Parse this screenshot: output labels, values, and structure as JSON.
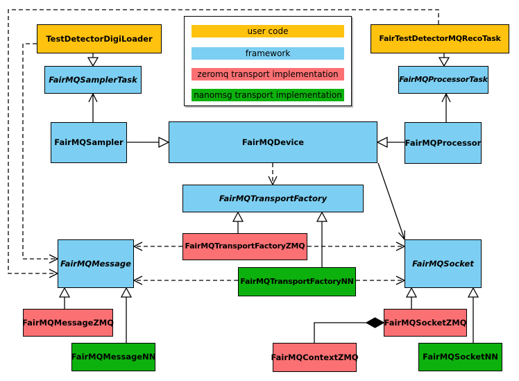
{
  "legend": {
    "items": [
      {
        "label": "user code",
        "color": "#FFC20E"
      },
      {
        "label": "framework",
        "color": "#7CCFF2"
      },
      {
        "label": "zeromq transport implementation",
        "color": "#FB7073"
      },
      {
        "label": "nanomsg transport implementation",
        "color": "#0DB10D"
      }
    ]
  },
  "nodes": [
    {
      "id": "TestDetectorDigiLoader",
      "label": "TestDetectorDigiLoader",
      "category": "user code",
      "abstract": false
    },
    {
      "id": "FairTestDetectorMQRecoTask",
      "label": "FairTestDetectorMQRecoTask",
      "category": "user code",
      "abstract": false
    },
    {
      "id": "FairMQSamplerTask",
      "label": "FairMQSamplerTask",
      "category": "framework",
      "abstract": true
    },
    {
      "id": "FairMQProcessorTask",
      "label": "FairMQProcessorTask",
      "category": "framework",
      "abstract": true
    },
    {
      "id": "FairMQSampler",
      "label": "FairMQSampler",
      "category": "framework",
      "abstract": false
    },
    {
      "id": "FairMQDevice",
      "label": "FairMQDevice",
      "category": "framework",
      "abstract": false
    },
    {
      "id": "FairMQProcessor",
      "label": "FairMQProcessor",
      "category": "framework",
      "abstract": false
    },
    {
      "id": "FairMQTransportFactory",
      "label": "FairMQTransportFactory",
      "category": "framework",
      "abstract": true
    },
    {
      "id": "FairMQTransportFactoryZMQ",
      "label": "FairMQTransportFactoryZMQ",
      "category": "zeromq transport implementation",
      "abstract": false
    },
    {
      "id": "FairMQTransportFactoryNN",
      "label": "FairMQTransportFactoryNN",
      "category": "nanomsg transport implementation",
      "abstract": false
    },
    {
      "id": "FairMQMessage",
      "label": "FairMQMessage",
      "category": "framework",
      "abstract": true
    },
    {
      "id": "FairMQSocket",
      "label": "FairMQSocket",
      "category": "framework",
      "abstract": true
    },
    {
      "id": "FairMQMessageZMQ",
      "label": "FairMQMessageZMQ",
      "category": "zeromq transport implementation",
      "abstract": false
    },
    {
      "id": "FairMQMessageNN",
      "label": "FairMQMessageNN",
      "category": "nanomsg transport implementation",
      "abstract": false
    },
    {
      "id": "FairMQSocketZMQ",
      "label": "FairMQSocketZMQ",
      "category": "zeromq transport implementation",
      "abstract": false
    },
    {
      "id": "FairMQSocketNN",
      "label": "FairMQSocketNN",
      "category": "nanomsg transport implementation",
      "abstract": false
    },
    {
      "id": "FairMQContextZMQ",
      "label": "FairMQContextZMQ",
      "category": "zeromq transport implementation",
      "abstract": false
    }
  ],
  "edges": [
    {
      "from": "TestDetectorDigiLoader",
      "to": "FairMQSamplerTask",
      "type": "inheritance"
    },
    {
      "from": "FairTestDetectorMQRecoTask",
      "to": "FairMQProcessorTask",
      "type": "inheritance"
    },
    {
      "from": "FairMQSampler",
      "to": "FairMQSamplerTask",
      "type": "association"
    },
    {
      "from": "FairMQProcessor",
      "to": "FairMQProcessorTask",
      "type": "association"
    },
    {
      "from": "FairMQSampler",
      "to": "FairMQDevice",
      "type": "inheritance"
    },
    {
      "from": "FairMQProcessor",
      "to": "FairMQDevice",
      "type": "inheritance"
    },
    {
      "from": "FairMQDevice",
      "to": "FairMQTransportFactory",
      "type": "dependency"
    },
    {
      "from": "FairMQDevice",
      "to": "FairMQSocket",
      "type": "association"
    },
    {
      "from": "TestDetectorDigiLoader",
      "to": "FairMQMessage",
      "type": "dependency"
    },
    {
      "from": "FairTestDetectorMQRecoTask",
      "to": "FairMQMessage",
      "type": "dependency"
    },
    {
      "from": "FairMQTransportFactoryZMQ",
      "to": "FairMQTransportFactory",
      "type": "inheritance"
    },
    {
      "from": "FairMQTransportFactoryNN",
      "to": "FairMQTransportFactory",
      "type": "inheritance"
    },
    {
      "from": "FairMQTransportFactoryZMQ",
      "to": "FairMQMessage",
      "type": "dependency"
    },
    {
      "from": "FairMQTransportFactoryZMQ",
      "to": "FairMQSocket",
      "type": "dependency"
    },
    {
      "from": "FairMQTransportFactoryNN",
      "to": "FairMQMessage",
      "type": "dependency"
    },
    {
      "from": "FairMQTransportFactoryNN",
      "to": "FairMQSocket",
      "type": "dependency"
    },
    {
      "from": "FairMQMessageZMQ",
      "to": "FairMQMessage",
      "type": "inheritance"
    },
    {
      "from": "FairMQMessageNN",
      "to": "FairMQMessage",
      "type": "inheritance"
    },
    {
      "from": "FairMQSocketZMQ",
      "to": "FairMQSocket",
      "type": "inheritance"
    },
    {
      "from": "FairMQSocketNN",
      "to": "FairMQSocket",
      "type": "inheritance"
    },
    {
      "from": "FairMQContextZMQ",
      "to": "FairMQSocketZMQ",
      "type": "composition"
    }
  ]
}
